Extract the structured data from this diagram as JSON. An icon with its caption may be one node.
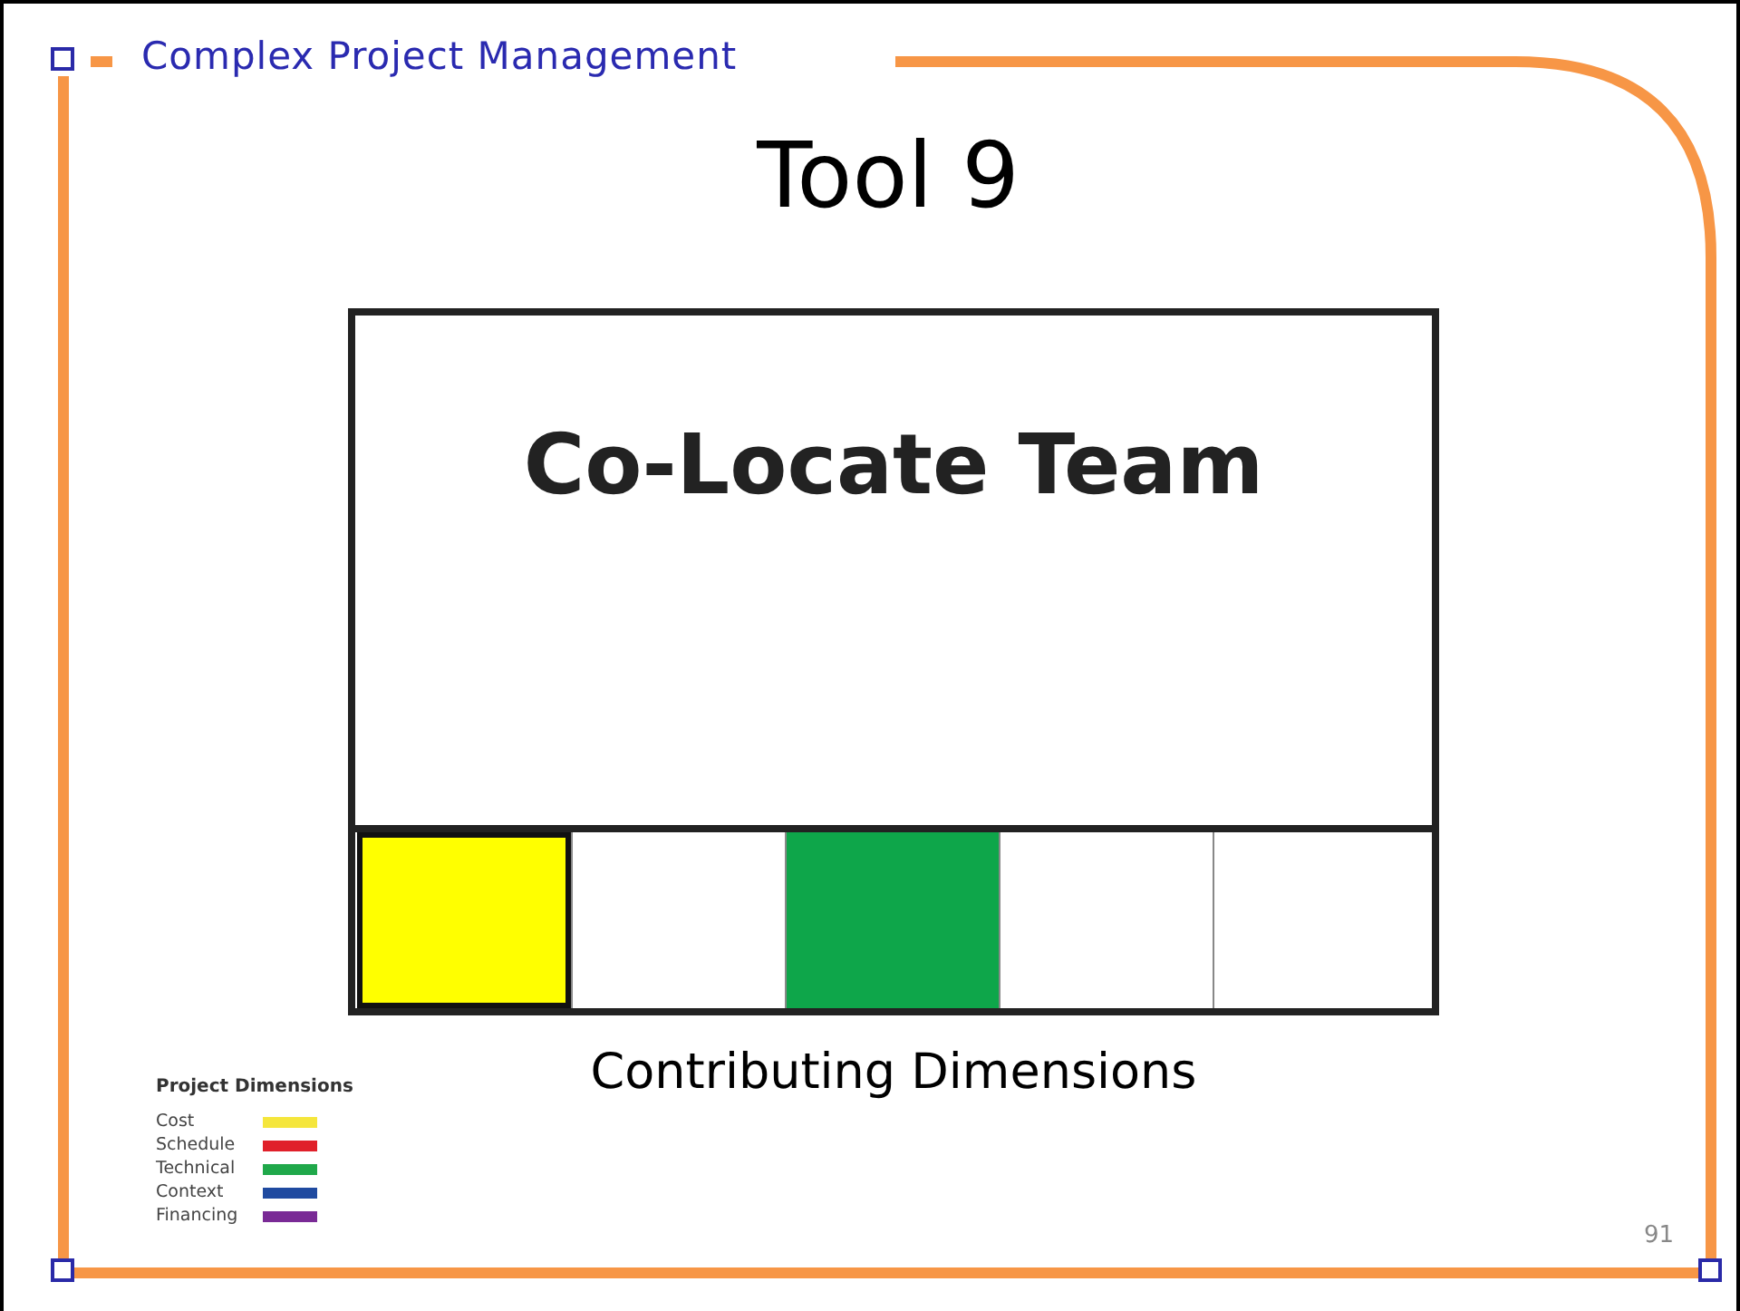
{
  "diagram": {
    "title": "Tool 9",
    "caption": "Contributing Dimensions",
    "nodes": [
      {
        "text": [
          "Co-Locate Team"
        ]
      },
      {
        "text": [],
        "shape": "box",
        "in": 0
      },
      {
        "text": [],
        "shape": "box",
        "in": 0
      },
      {
        "text": [],
        "shape": "box",
        "in": 0
      },
      {
        "text": [],
        "shape": "box",
        "in": 0
      },
      {
        "text": [],
        "shape": "box",
        "in": 0
      }
    ],
    "labels": [
      "Complex Project Management",
      "Project Dimensions",
      "91"
    ],
    "legend": [
      {
        "text": "Cost",
        "color": "#f5e63c"
      },
      {
        "text": "Schedule",
        "color": "#e0202a"
      },
      {
        "text": "Technical",
        "color": "#1fa84a"
      },
      {
        "text": "Context",
        "color": "#1f4aa0"
      },
      {
        "text": "Financing",
        "color": "#7a2a96"
      }
    ]
  }
}
